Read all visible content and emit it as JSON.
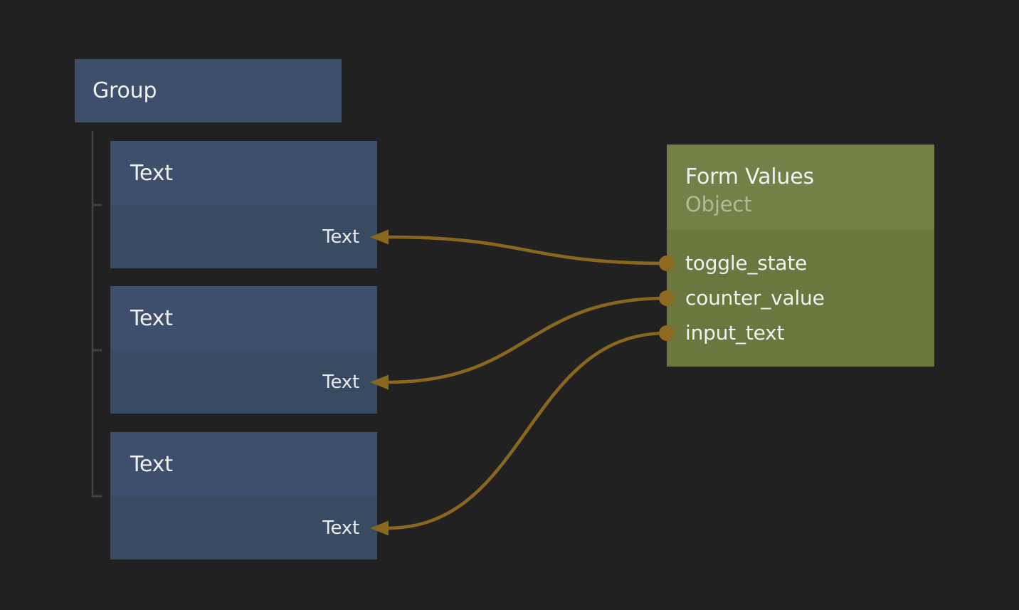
{
  "canvas": {
    "background": "#212121"
  },
  "palette": {
    "slate_node_header": "#3d4f6c",
    "slate_node_body": "#394a63",
    "olive_node_header": "#738048",
    "olive_node_body": "#6a7840",
    "wire": "#8a671f",
    "port_dot": "#8d6a20",
    "tree_line": "#424242",
    "title_text": "#f2f2f2",
    "subtitle_text": "rgba(255,255,255,0.45)"
  },
  "nodes": {
    "group": {
      "title": "Group"
    },
    "text_nodes": [
      {
        "title": "Text",
        "input_label": "Text"
      },
      {
        "title": "Text",
        "input_label": "Text"
      },
      {
        "title": "Text",
        "input_label": "Text"
      }
    ],
    "form_values": {
      "title": "Form Values",
      "subtitle": "Object",
      "outputs": [
        "toggle_state",
        "counter_value",
        "input_text"
      ]
    }
  },
  "tree": {
    "parent": "Group",
    "children": [
      "Text",
      "Text",
      "Text"
    ]
  },
  "connections": [
    {
      "from": "Form Values.toggle_state",
      "to": "Text 1.Text"
    },
    {
      "from": "Form Values.counter_value",
      "to": "Text 2.Text"
    },
    {
      "from": "Form Values.input_text",
      "to": "Text 3.Text"
    }
  ]
}
